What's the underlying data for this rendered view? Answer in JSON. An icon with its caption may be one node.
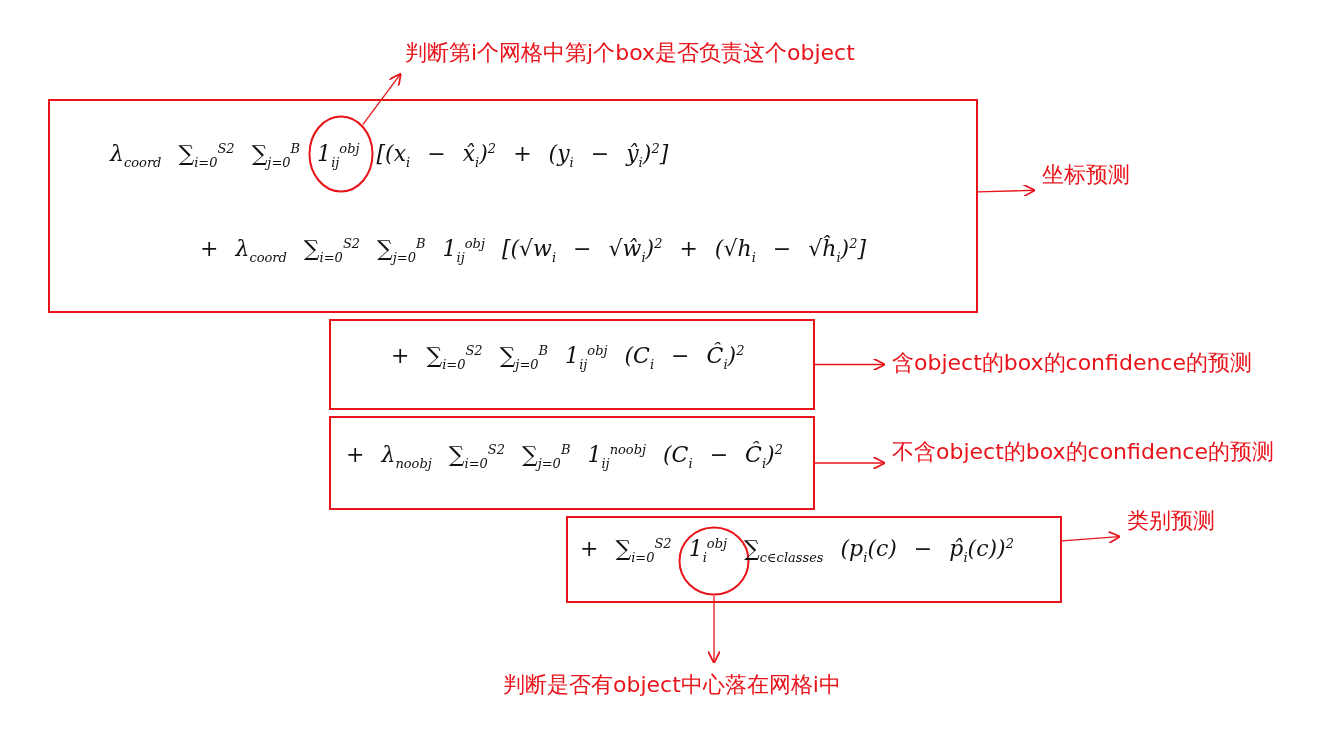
{
  "diagram": {
    "nodes": [
      {
        "text": [
          "λ$_{coord}$ ∑$_{i=0}$$^{S2}$ ∑$_{j=0}$$^{B}$ 1$_{ij}$$^{obj}$ [(x$_{i}$ − x̂$_{i}$)$^{2}$ + (y$_{i}$ − ŷ$_{i}$)$^{2}$]",
          "+ λ$_{coord}$ ∑$_{i=0}$$^{S2}$ ∑$_{j=0}$$^{B}$ 1$_{ij}$$^{obj}$ [(√w$_{i}$ − √ŵ$_{i}$)$^{2}$ + (√h$_{i}$ − √ĥ$_{i}$)$^{2}$]"
        ]
      },
      {
        "text": [
          "+ ∑$_{i=0}$$^{S2}$ ∑$_{j=0}$$^{B}$ 1$_{ij}$$^{obj}$ (C$_{i}$ − Ĉ$_{i}$)$^{2}$"
        ]
      },
      {
        "text": [
          "+ λ$_{noobj}$ ∑$_{i=0}$$^{S2}$ ∑$_{j=0}$$^{B}$ 1$_{ij}$$^{noobj}$ (C$_{i}$ − Ĉ$_{i}$)$^{2}$"
        ]
      },
      {
        "text": [
          "+ ∑$_{i=0}$$^{S2}$ 1$_{i}$$^{obj}$ ∑$_{c∈classes}$ (p$_{i}$(c) − p̂$_{i}$(c))$^{2}$"
        ]
      },
      {
        "text": [],
        "shape": "circle",
        "in": 0
      },
      {
        "text": [
          "判断第i个网格中第j个box是否负责这个object"
        ]
      },
      {
        "text": [
          "坐标预测"
        ]
      },
      {
        "text": [
          "含object的box的confidence的预测"
        ]
      },
      {
        "text": [
          "不含object的box的confidence的预测"
        ]
      },
      {
        "text": [
          "类别预测"
        ]
      },
      {
        "text": [],
        "shape": "circle",
        "in": 3
      },
      {
        "text": [
          "判断是否有object中心落在网格i中"
        ]
      }
    ],
    "edges": [
      {
        "from": 4,
        "to": 5,
        "arrow": "to"
      },
      {
        "from": 0,
        "to": 6,
        "arrow": "to"
      },
      {
        "from": 1,
        "to": 7,
        "arrow": "to"
      },
      {
        "from": 2,
        "to": 8,
        "arrow": "to"
      },
      {
        "from": 3,
        "to": 9,
        "arrow": "to"
      },
      {
        "from": 10,
        "to": 11,
        "arrow": "to"
      }
    ]
  }
}
